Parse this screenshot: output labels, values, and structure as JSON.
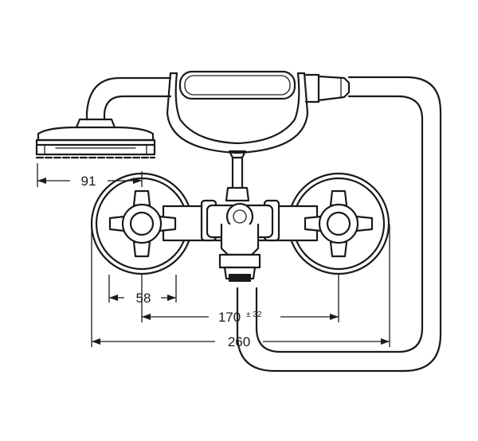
{
  "dimensions": {
    "shower_head": {
      "value": "91"
    },
    "handle_spacing": {
      "value": "58"
    },
    "center_distance": {
      "value": "170",
      "tolerance": "± 32"
    },
    "overall_width": {
      "value": "260"
    }
  },
  "colors": {
    "line": "#1a1a1a",
    "background": "#ffffff"
  }
}
